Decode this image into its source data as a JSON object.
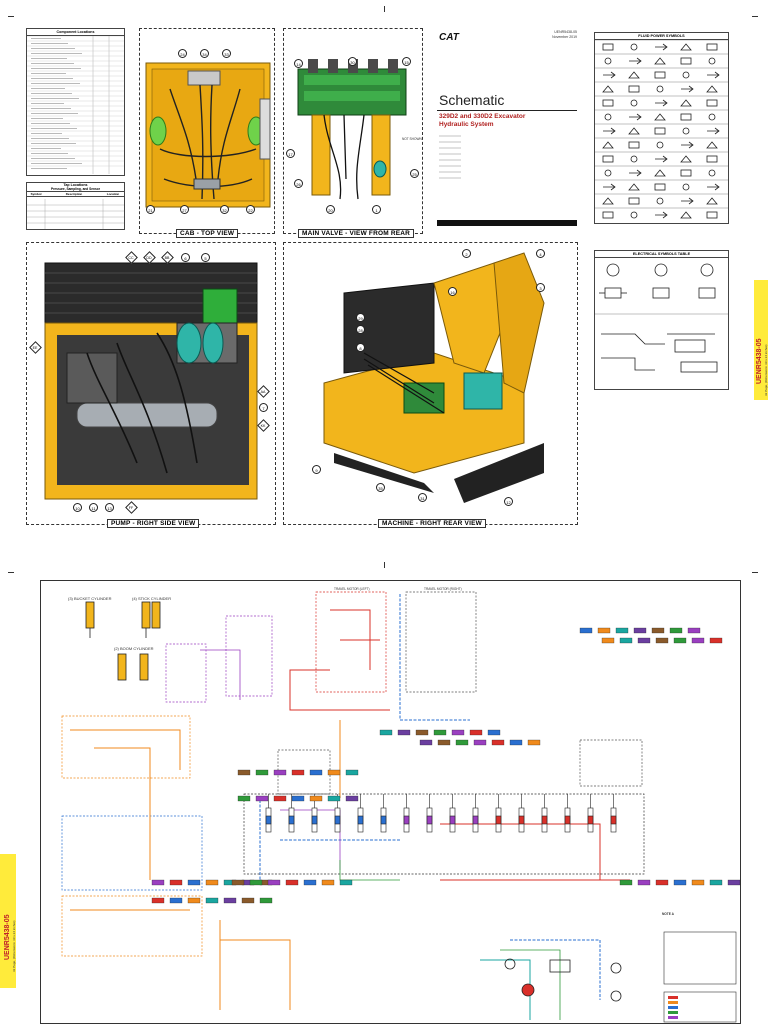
{
  "header": {
    "brand": "CAT",
    "doc_number": "UENR5438-05",
    "doc_date": "November 2019",
    "title": "Schematic",
    "subtitle_line1": "329D2 and 330D2 Excavator",
    "subtitle_line2": "Hydraulic System"
  },
  "side_tab": {
    "code": "UENR5438-05",
    "pages": "32 Page, (Dimensions: 39 x 24 inches)"
  },
  "tables": {
    "component_locations": "Component Locations",
    "tap_locations_line1": "Tap Locations",
    "tap_locations_line2": "Pressure, Sampling, and Sensor",
    "tap_columns": [
      "Symbol",
      "Description",
      "Location"
    ],
    "fluid_power_symbols": "FLUID POWER SYMBOLS",
    "electrical_symbols": "ELECTRICAL SYMBOLS TABLE"
  },
  "views": {
    "cab_top": "CAB - TOP VIEW",
    "main_valve_rear": "MAIN VALVE - VIEW FROM REAR",
    "pump_right_side": "PUMP - RIGHT SIDE VIEW",
    "machine_right_rear": "MACHINE - RIGHT REAR VIEW"
  },
  "callouts": {
    "cab": [
      "24",
      "34",
      "33",
      "21",
      "27",
      "32",
      "22"
    ],
    "valve": [
      "14",
      "30",
      "15",
      "17",
      "26",
      "20",
      "1",
      "25"
    ],
    "valve_not_shown": "NOT SHOWN",
    "pump": [
      "CC",
      "DD",
      "BB",
      "6",
      "5",
      "EE",
      "AA",
      "7",
      "KK",
      "10",
      "11",
      "13",
      "FF"
    ],
    "machine": [
      "2",
      "4",
      "3",
      "16",
      "29",
      "28",
      "8",
      "9",
      "35",
      "31",
      "12"
    ]
  },
  "schematic_labels": {
    "bucket_cylinder": "(3) BUCKET CYLINDER",
    "stick_cylinder": "(4) STICK CYLINDER",
    "boom_cylinder": "(2) BOOM CYLINDER",
    "travel_motor_left": "TRAVEL MOTOR (LEFT)",
    "travel_motor_right": "TRAVEL MOTOR (RIGHT)",
    "note_a": "NOTE A"
  },
  "colors": {
    "cat_yellow": "#f2b51c",
    "hydraulic_red": "#d9302a",
    "pilot_orange": "#f08a1c",
    "return_blue": "#2a6fd0",
    "drain_purple": "#9a3fc0",
    "tab_yellow": "#ffeb3b"
  }
}
